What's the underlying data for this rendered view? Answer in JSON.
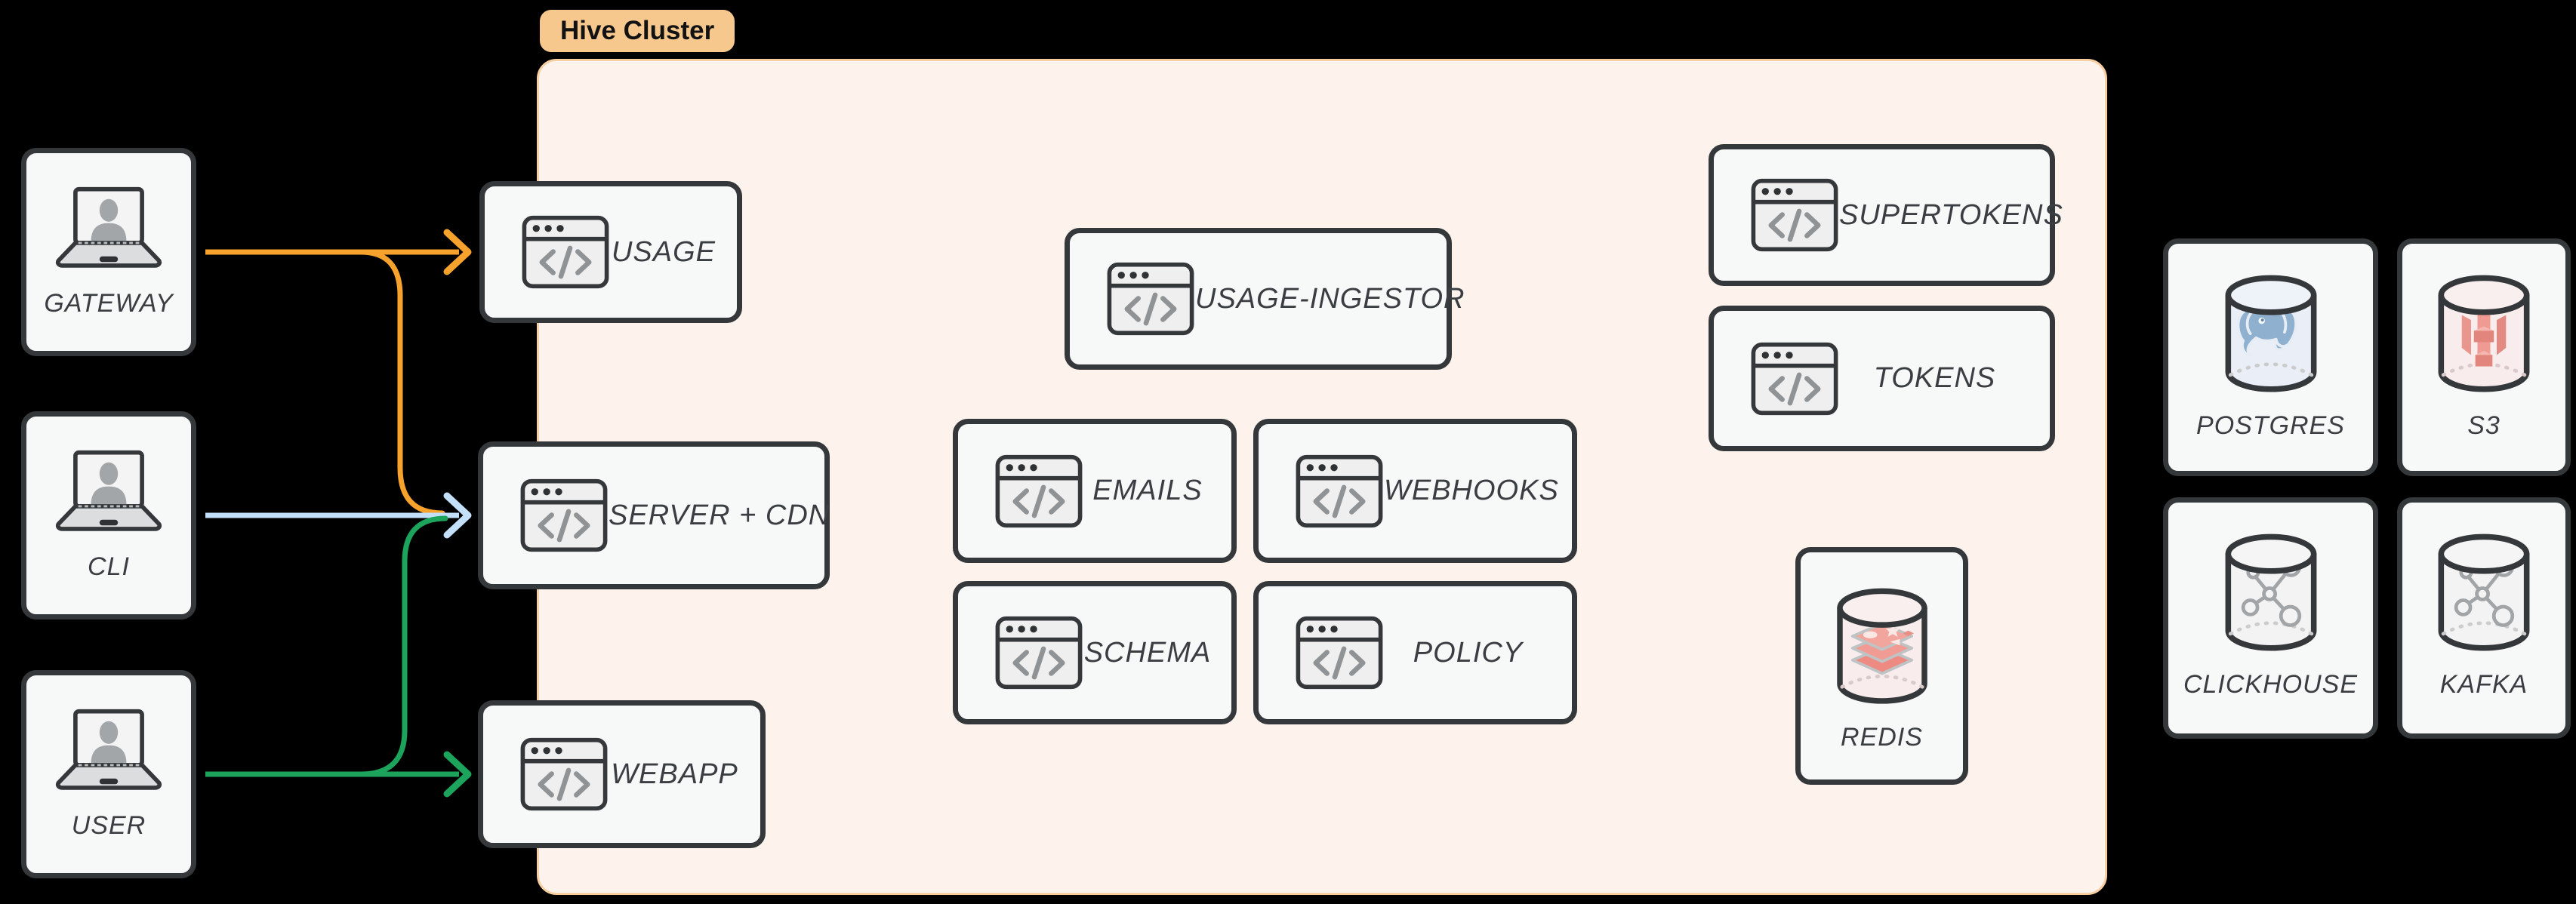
{
  "page": {
    "background": "#000000"
  },
  "cluster": {
    "label": "Hive Cluster",
    "fill": "#FDF3EC",
    "border": "#F7CFA2",
    "label_bg": "#F6C88E"
  },
  "actors": [
    {
      "id": "gateway",
      "label": "GATEWAY",
      "icon": "laptop-user-icon"
    },
    {
      "id": "cli",
      "label": "CLI",
      "icon": "laptop-user-icon"
    },
    {
      "id": "user",
      "label": "USER",
      "icon": "laptop-user-icon"
    }
  ],
  "services": [
    {
      "id": "usage",
      "label": "USAGE",
      "icon": "code-window-icon"
    },
    {
      "id": "server-cdn",
      "label": "SERVER + CDN",
      "icon": "code-window-icon"
    },
    {
      "id": "webapp",
      "label": "WEBAPP",
      "icon": "code-window-icon"
    },
    {
      "id": "usage-ingestor",
      "label": "USAGE-INGESTOR",
      "icon": "code-window-icon"
    },
    {
      "id": "emails",
      "label": "EMAILS",
      "icon": "code-window-icon"
    },
    {
      "id": "webhooks",
      "label": "WEBHOOKS",
      "icon": "code-window-icon"
    },
    {
      "id": "schema",
      "label": "SCHEMA",
      "icon": "code-window-icon"
    },
    {
      "id": "policy",
      "label": "POLICY",
      "icon": "code-window-icon"
    },
    {
      "id": "supertokens",
      "label": "SUPERTOKENS",
      "icon": "code-window-icon"
    },
    {
      "id": "tokens",
      "label": "TOKENS",
      "icon": "code-window-icon"
    }
  ],
  "cache": {
    "id": "redis",
    "label": "REDIS",
    "icon": "database-redis-icon"
  },
  "datastores": [
    {
      "id": "postgres",
      "label": "POSTGRES",
      "icon": "database-postgres-icon"
    },
    {
      "id": "s3",
      "label": "S3",
      "icon": "database-s3-icon"
    },
    {
      "id": "clickhouse",
      "label": "CLICKHOUSE",
      "icon": "database-network-icon"
    },
    {
      "id": "kafka",
      "label": "KAFKA",
      "icon": "database-network-icon"
    }
  ],
  "edges": [
    {
      "from": "GATEWAY",
      "to": "USAGE",
      "color": "#F6A22D"
    },
    {
      "from": "GATEWAY",
      "to": "SERVER + CDN",
      "color": "#F6A22D"
    },
    {
      "from": "CLI",
      "to": "SERVER + CDN",
      "color": "#C3E0F8"
    },
    {
      "from": "USER",
      "to": "SERVER + CDN",
      "color": "#1CA45C"
    },
    {
      "from": "USER",
      "to": "WEBAPP",
      "color": "#1CA45C"
    }
  ],
  "palette": {
    "node_fill": "#F7F8F8",
    "node_border": "#35383B",
    "label_text": "#3A3E42",
    "icon_glyph": "#8F9396",
    "redis_logo": "#EF9189",
    "postgres_logo": "#8FB0CE",
    "s3_logo": "#E9968E",
    "network_logo": "#A2A5A8"
  }
}
